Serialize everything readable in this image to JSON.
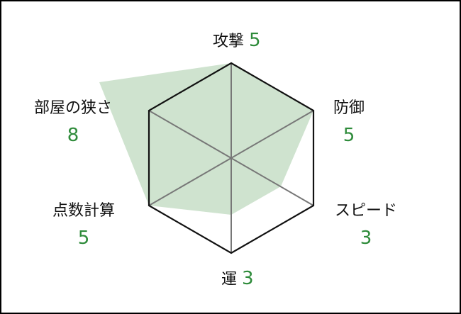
{
  "chart_data": {
    "type": "radar",
    "title": "",
    "axes": [
      "攻撃",
      "防御",
      "スピード",
      "運",
      "点数計算",
      "部屋の狭さ"
    ],
    "values": [
      5,
      5,
      3,
      3,
      5,
      8
    ],
    "scale_max": 5,
    "grid": "hexagon outline with spokes",
    "fill_color": "#cfe3cf",
    "value_color": "#2e8b3a"
  },
  "labels": {
    "attack": {
      "name": "攻撃",
      "value": "5"
    },
    "defense": {
      "name": "防御",
      "value": "5"
    },
    "speed": {
      "name": "スピード",
      "value": "3"
    },
    "luck": {
      "name": "運",
      "value": "3"
    },
    "scoring": {
      "name": "点数計算",
      "value": "5"
    },
    "room": {
      "name": "部屋の狭さ",
      "value": "8"
    }
  }
}
